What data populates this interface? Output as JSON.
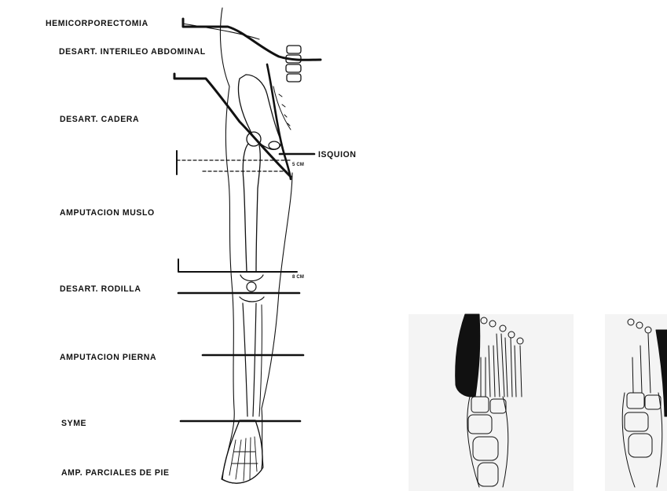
{
  "levels": {
    "hemicorporectomia": "HEMICORPORECTOMIA",
    "interileo": "DESART. INTERILEO ABDOMINAL",
    "cadera": "DESART. CADERA",
    "muslo": "AMPUTACION MUSLO",
    "rodilla": "DESART. RODILLA",
    "pierna": "AMPUTACION PIERNA",
    "syme": "SYME",
    "pie": "AMP. PARCIALES DE PIE"
  },
  "landmarks": {
    "isquion": "ISQUION",
    "measure_upper": "5 CM",
    "measure_lower": "8 CM"
  },
  "colors": {
    "ink": "#111111",
    "background": "#ffffff",
    "foot_panel": "#f4f4f4"
  }
}
